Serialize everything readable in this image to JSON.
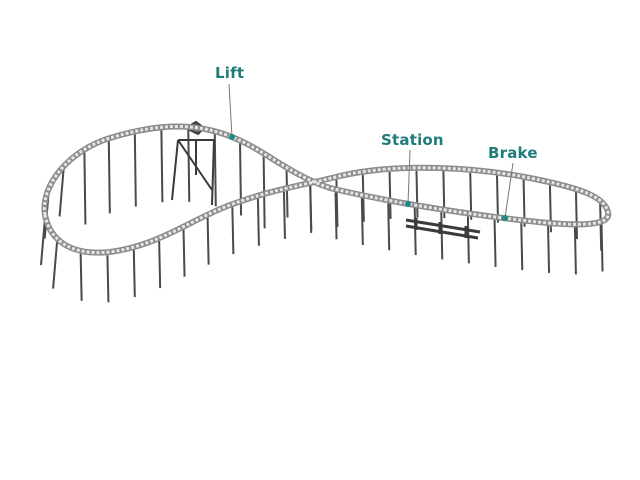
{
  "labels": {
    "lift": "Lift",
    "station": "Station",
    "brake": "Brake"
  },
  "colors": {
    "label": "#1e7d7a",
    "marker": "#1a8a86",
    "track": "#9a9a9a",
    "support": "#4a4a4a"
  }
}
